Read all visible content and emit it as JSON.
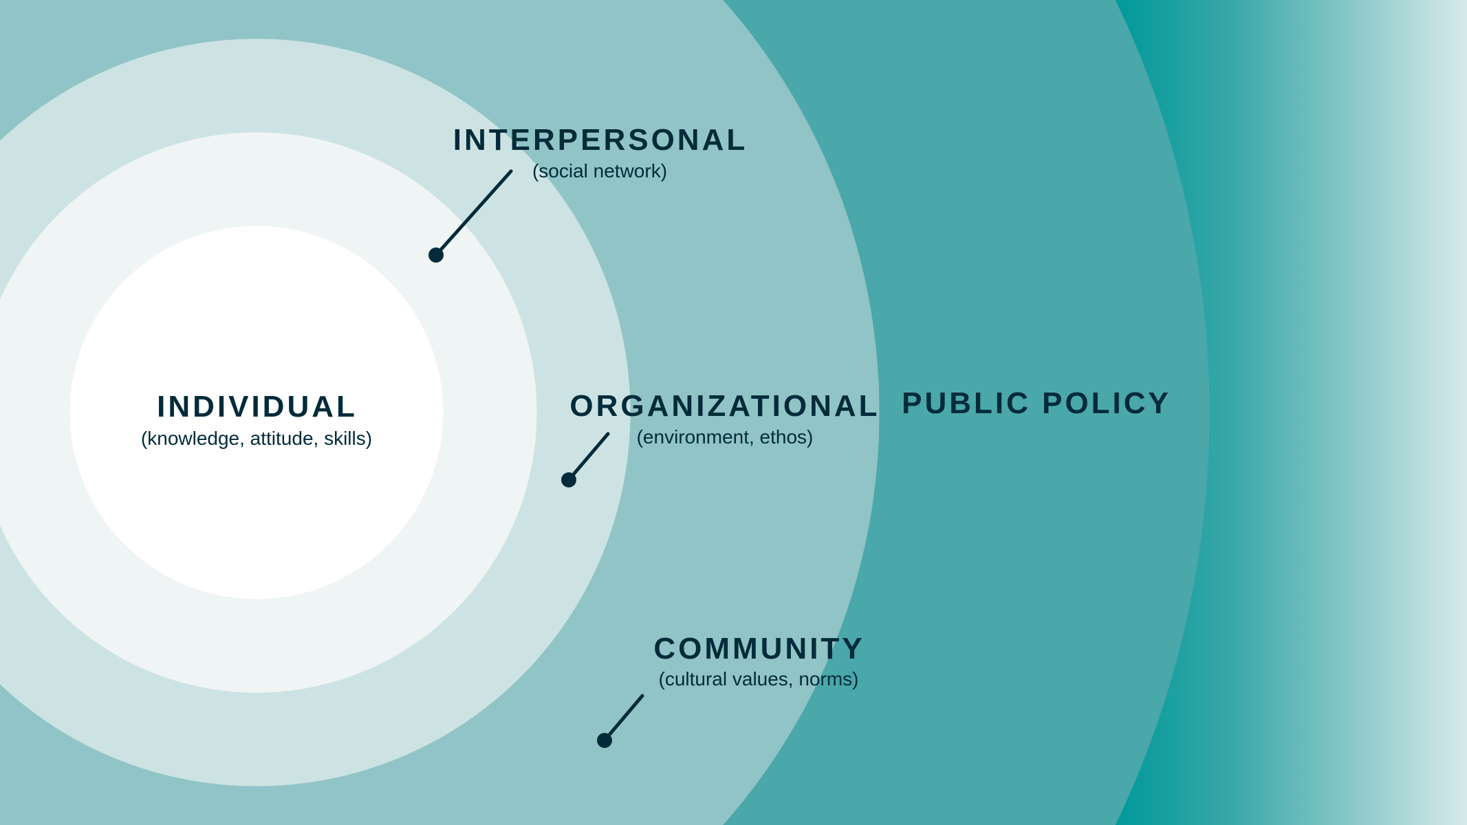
{
  "levels": {
    "individual": {
      "title": "INDIVIDUAL",
      "subtitle": "(knowledge, attitude, skills)"
    },
    "interpersonal": {
      "title": "INTERPERSONAL",
      "subtitle": "(social network)"
    },
    "organizational": {
      "title": "ORGANIZATIONAL",
      "subtitle": "(environment, ethos)"
    },
    "community": {
      "title": "COMMUNITY",
      "subtitle": "(cultural values, norms)"
    },
    "public_policy": {
      "title": "PUBLIC POLICY"
    }
  },
  "colors": {
    "text": "#022b3a",
    "individual": "#ffffff",
    "interpersonal": "#eef5f4",
    "organizational": "#cde3e3",
    "community": "#91c4c6",
    "public_policy": "#4aa7aa"
  }
}
